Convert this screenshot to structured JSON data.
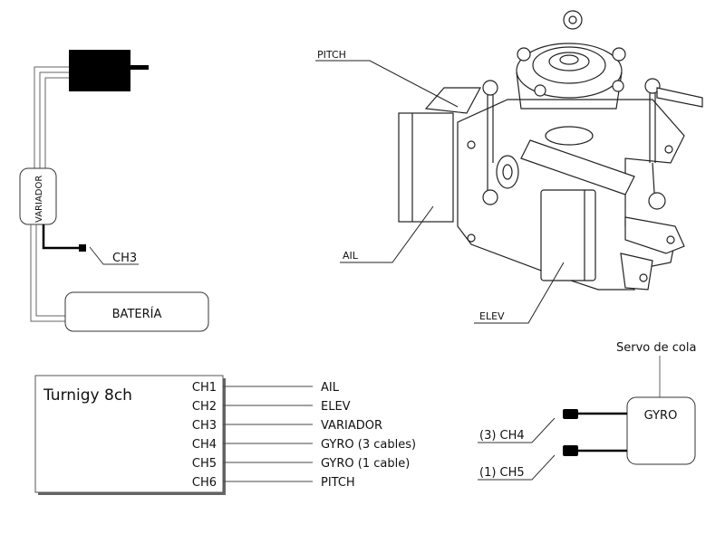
{
  "motor_section": {
    "speed_controller_label": "VARIADOR",
    "connector_label": "CH3",
    "battery_label": "BATERÍA"
  },
  "heli_head": {
    "callouts": [
      "PITCH",
      "AIL",
      "ELEV"
    ]
  },
  "receiver": {
    "title": "Turnigy 8ch",
    "channels": [
      {
        "channel": "CH1",
        "target": "AIL"
      },
      {
        "channel": "CH2",
        "target": "ELEV"
      },
      {
        "channel": "CH3",
        "target": "VARIADOR"
      },
      {
        "channel": "CH4",
        "target": "GYRO (3 cables)"
      },
      {
        "channel": "CH5",
        "target": "GYRO (1 cable)"
      },
      {
        "channel": "CH6",
        "target": "PITCH"
      }
    ]
  },
  "gyro_section": {
    "gyro_label": "GYRO",
    "servo_label": "Servo de cola",
    "connectors": [
      "(3) CH4",
      "(1) CH5"
    ]
  }
}
